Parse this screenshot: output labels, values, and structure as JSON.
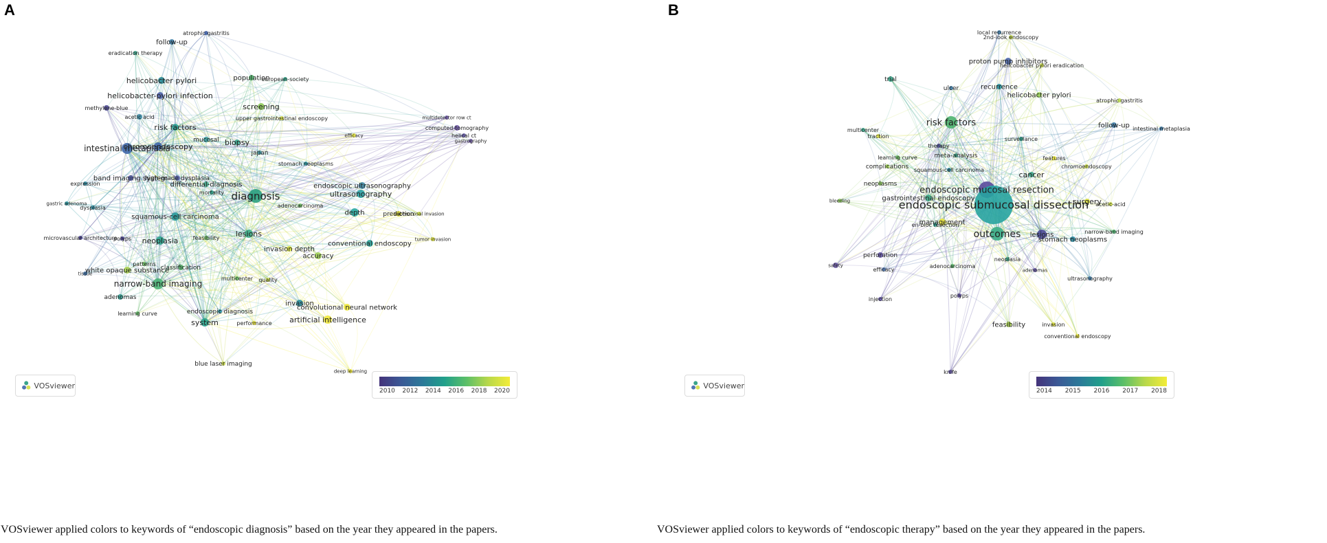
{
  "panels": [
    {
      "id": "A",
      "letter": "A",
      "logo_text": "VOSviewer",
      "legend_ticks": [
        "2010",
        "2012",
        "2014",
        "2016",
        "2018",
        "2020"
      ],
      "caption": "VOSviewer applied colors to keywords of “endoscopic diagnosis” based on the year they appeared in the papers.",
      "nodes": [
        {
          "label": "atrophic gastritis",
          "c": "#3f5ea3"
        },
        {
          "label": "follow-up",
          "c": "#3e7ea6"
        },
        {
          "label": "eradication therapy",
          "c": "#3aa48a"
        },
        {
          "label": "population",
          "c": "#52b46c"
        },
        {
          "label": "european-society",
          "c": "#33a287"
        },
        {
          "label": "helicobacter pylori",
          "c": "#2a8a96"
        },
        {
          "label": "helicobacter-pylori infection",
          "c": "#4e62a8"
        },
        {
          "label": "screening",
          "c": "#8ec95a"
        },
        {
          "label": "upper gastrointestinal endoscopy",
          "c": "#d4dd44"
        },
        {
          "label": "methylene-blue",
          "c": "#4f4a95"
        },
        {
          "label": "acetic acid",
          "c": "#3a8aa4"
        },
        {
          "label": "risk factors",
          "c": "#2b9e96"
        },
        {
          "label": "chromoendoscopy",
          "c": "#3f67aa"
        },
        {
          "label": "mucosal",
          "c": "#3a9a9a"
        },
        {
          "label": "biopsy",
          "c": "#3aa890"
        },
        {
          "label": "intestinal metaplasia",
          "c": "#3f67aa"
        },
        {
          "label": "japan",
          "c": "#3e93a2"
        },
        {
          "label": "efficacy",
          "c": "#e6e53d"
        },
        {
          "label": "multidetector row ct",
          "c": "#6f5aa6"
        },
        {
          "label": "computed-tomography",
          "c": "#6f5aa6"
        },
        {
          "label": "helical ct",
          "c": "#5f55a0"
        },
        {
          "label": "gastrography",
          "c": "#6f5aa6"
        },
        {
          "label": "band imaging system",
          "c": "#4f59a8"
        },
        {
          "label": "high-grade dysplasia",
          "c": "#5661a6"
        },
        {
          "label": "differential-diagnosis",
          "c": "#44a78c"
        },
        {
          "label": "stomach neoplasms",
          "c": "#2a96a0"
        },
        {
          "label": "expression",
          "c": "#2a8aa0"
        },
        {
          "label": "mortality",
          "c": "#2da68f"
        },
        {
          "label": "diagnosis",
          "c": "#2aa07f"
        },
        {
          "label": "endoscopic ultrasonography",
          "c": "#3f88a6"
        },
        {
          "label": "ultrasonography",
          "c": "#2aa0a2"
        },
        {
          "label": "gastric adenoma",
          "c": "#2a96a0"
        },
        {
          "label": "dysplasia",
          "c": "#2a8a9f"
        },
        {
          "label": "adenocarcinoma",
          "c": "#6fc166"
        },
        {
          "label": "submucosal invasion",
          "c": "#c9db45"
        },
        {
          "label": "squamous-cell carcinoma",
          "c": "#2a9a9c"
        },
        {
          "label": "depth",
          "c": "#2aa8a0"
        },
        {
          "label": "prediction",
          "c": "#e6e33a"
        },
        {
          "label": "neoplasia",
          "c": "#2aa08c"
        },
        {
          "label": "lesions",
          "c": "#3dad88"
        },
        {
          "label": "microvascular architecture",
          "c": "#443d8c"
        },
        {
          "label": "polyps",
          "c": "#443d8c"
        },
        {
          "label": "feasibility",
          "c": "#70c166"
        },
        {
          "label": "conventional endoscopy",
          "c": "#2aa49a"
        },
        {
          "label": "tumor invasion",
          "c": "#dbe040"
        },
        {
          "label": "invasion depth",
          "c": "#d5df41"
        },
        {
          "label": "patterns",
          "c": "#6cbd63"
        },
        {
          "label": "classification",
          "c": "#58b66d"
        },
        {
          "label": "accuracy",
          "c": "#9ecf55"
        },
        {
          "label": "white opaque substance",
          "c": "#a7d050"
        },
        {
          "label": "tissue",
          "c": "#3d70a7"
        },
        {
          "label": "multicenter",
          "c": "#6ab966"
        },
        {
          "label": "quality",
          "c": "#c9da47"
        },
        {
          "label": "narrow-band imaging",
          "c": "#4cb277"
        },
        {
          "label": "adenomas",
          "c": "#31988c"
        },
        {
          "label": "invasion",
          "c": "#2a90a0"
        },
        {
          "label": "convolutional neural network",
          "c": "#f0e93b"
        },
        {
          "label": "endoscopic diagnosis",
          "c": "#2a8fa0"
        },
        {
          "label": "learning curve",
          "c": "#64b968"
        },
        {
          "label": "system",
          "c": "#2aa48d"
        },
        {
          "label": "performance",
          "c": "#e7e33d"
        },
        {
          "label": "artificial intelligence",
          "c": "#f0e83a"
        },
        {
          "label": "blue laser imaging",
          "c": "#c6d749"
        },
        {
          "label": "deep learning",
          "c": "#f3ec38"
        }
      ]
    },
    {
      "id": "B",
      "letter": "B",
      "logo_text": "VOSviewer",
      "legend_ticks": [
        "2014",
        "2015",
        "2016",
        "2017",
        "2018"
      ],
      "caption": "VOSviewer applied colors to keywords of “endoscopic therapy” based on the year they appeared in the papers.",
      "nodes": [
        {
          "label": "2nd-look endoscopy",
          "c": "#c7d947"
        },
        {
          "label": "local recurrence",
          "c": "#3e7ba6"
        },
        {
          "label": "proton pump inhibitors",
          "c": "#4a66a8"
        },
        {
          "label": "helicobacter pylori eradication",
          "c": "#cadb46"
        },
        {
          "label": "trial",
          "c": "#3aa48a"
        },
        {
          "label": "ulcer",
          "c": "#3e7ba6"
        },
        {
          "label": "recurrence",
          "c": "#2a93a0"
        },
        {
          "label": "helicobacter pylori",
          "c": "#9acf55"
        },
        {
          "label": "atrophic gastritis",
          "c": "#b7d64e"
        },
        {
          "label": "risk factors",
          "c": "#4db36e"
        },
        {
          "label": "multicenter",
          "c": "#3aa48a"
        },
        {
          "label": "traction",
          "c": "#d7de42"
        },
        {
          "label": "surveillance",
          "c": "#2aa08c"
        },
        {
          "label": "follow-up",
          "c": "#3e7ba6"
        },
        {
          "label": "intestinal metaplasia",
          "c": "#3e7ba6"
        },
        {
          "label": "therapy",
          "c": "#4f4e96"
        },
        {
          "label": "meta-analysis",
          "c": "#3aa48a"
        },
        {
          "label": "learning curve",
          "c": "#6cbd63"
        },
        {
          "label": "features",
          "c": "#e8e63b"
        },
        {
          "label": "complications",
          "c": "#9dce55"
        },
        {
          "label": "squamous-cell carcinoma",
          "c": "#2a8aa0"
        },
        {
          "label": "cancer",
          "c": "#3aa48a"
        },
        {
          "label": "chromoendoscopy",
          "c": "#c9da47"
        },
        {
          "label": "neoplasms",
          "c": "#8cc95b"
        },
        {
          "label": "endoscopic mucosal resection",
          "c": "#5a4a9c"
        },
        {
          "label": "gastrointestinal endoscopy",
          "c": "#3fab89"
        },
        {
          "label": "endoscopic submucosal dissection",
          "c": "#27a3a0"
        },
        {
          "label": "surgery",
          "c": "#dce13e"
        },
        {
          "label": "bleeding",
          "c": "#8cc95b"
        },
        {
          "label": "acetic-acid",
          "c": "#c6d749"
        },
        {
          "label": "management",
          "c": "#e8e53a"
        },
        {
          "label": "en-bloc resection",
          "c": "#2aa08c"
        },
        {
          "label": "narrow-band imaging",
          "c": "#4db36e"
        },
        {
          "label": "outcomes",
          "c": "#3aac86"
        },
        {
          "label": "lesions",
          "c": "#4a4a96"
        },
        {
          "label": "stomach neoplasms",
          "c": "#2a8aa0"
        },
        {
          "label": "perforation",
          "c": "#5f52a0"
        },
        {
          "label": "safety",
          "c": "#6a5aa6"
        },
        {
          "label": "efficacy",
          "c": "#4b71a8"
        },
        {
          "label": "adenocarcinoma",
          "c": "#5ab76c"
        },
        {
          "label": "neoplasia",
          "c": "#3aa48a"
        },
        {
          "label": "adenomas",
          "c": "#5f52a0"
        },
        {
          "label": "ultrasonography",
          "c": "#3e7ba6"
        },
        {
          "label": "injection",
          "c": "#5f52a0"
        },
        {
          "label": "polyps",
          "c": "#5a4a9c"
        },
        {
          "label": "feasibility",
          "c": "#a7d050"
        },
        {
          "label": "invasion",
          "c": "#dbe040"
        },
        {
          "label": "conventional endoscopy",
          "c": "#f0e93b"
        },
        {
          "label": "knife",
          "c": "#5f52a0"
        }
      ]
    }
  ]
}
